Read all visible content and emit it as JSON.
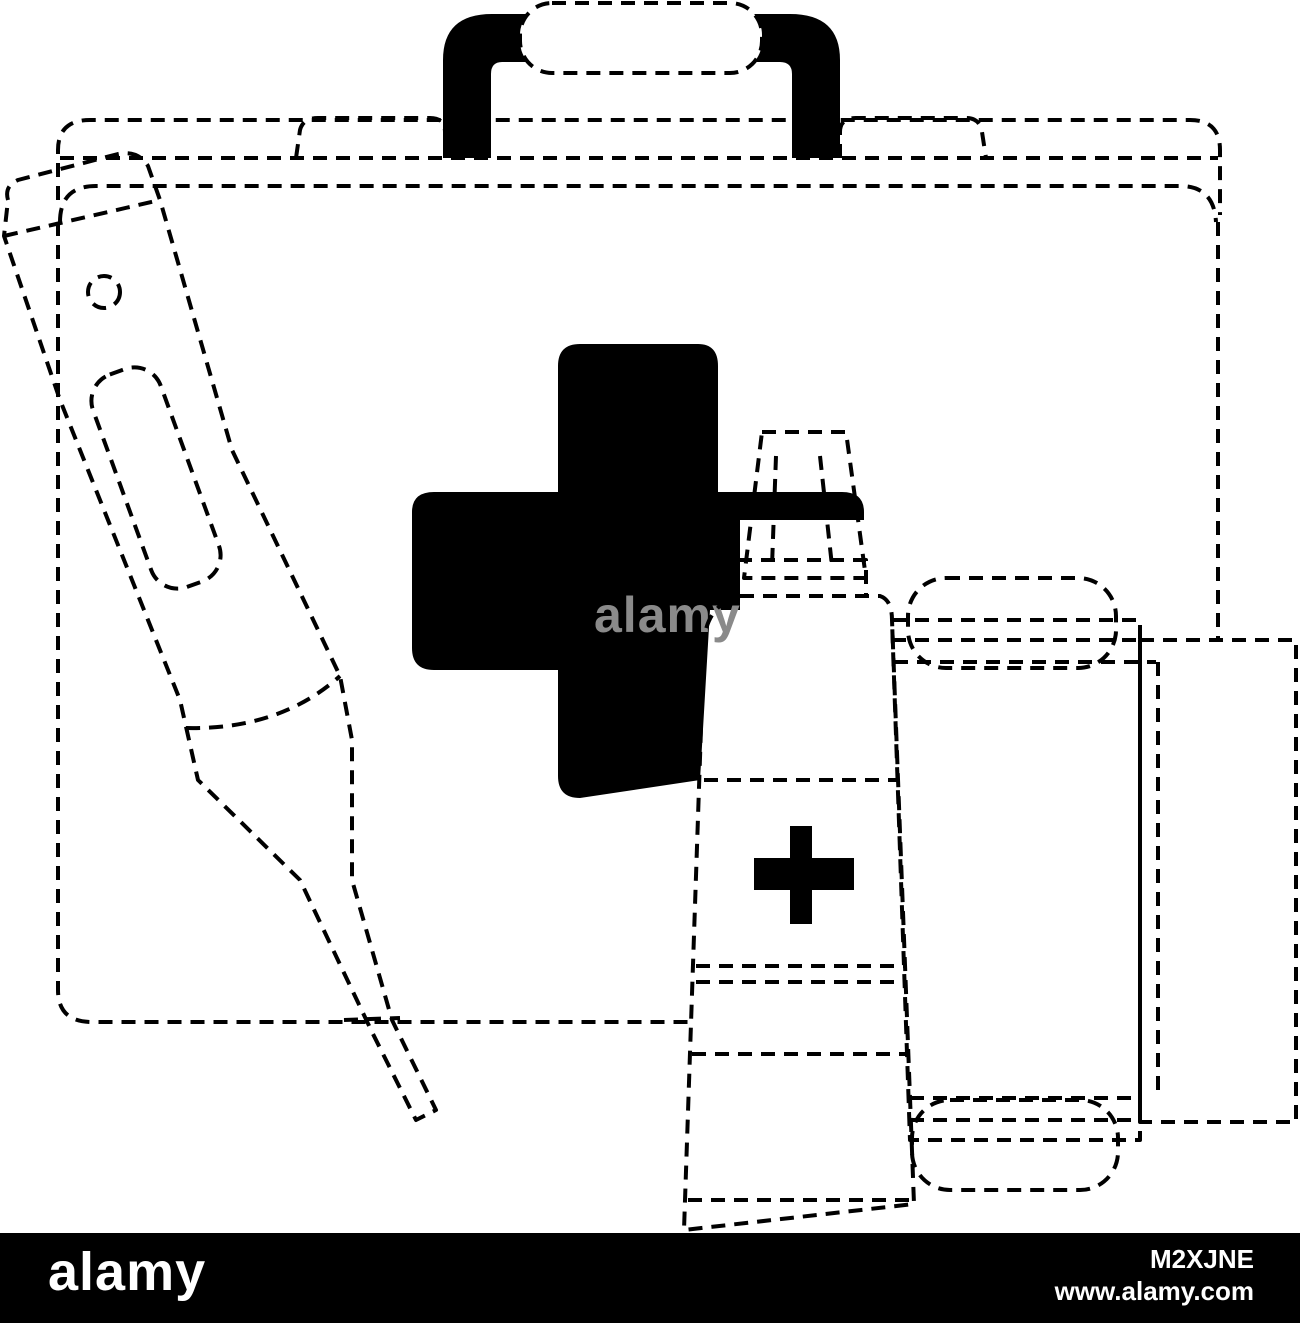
{
  "illustration": {
    "subject_icons": [
      "first-aid-kit-icon",
      "medical-cross-icon",
      "digital-thermometer-icon",
      "ointment-tube-icon",
      "bandage-roll-icon"
    ],
    "line_color": "#000000",
    "background_color": "#ffffff"
  },
  "watermark": {
    "text": "alamy"
  },
  "footer": {
    "background_color": "#000000",
    "text_color": "#ffffff",
    "logo_text": "alamy",
    "image_id": "M2XJNE",
    "url": "www.alamy.com"
  }
}
